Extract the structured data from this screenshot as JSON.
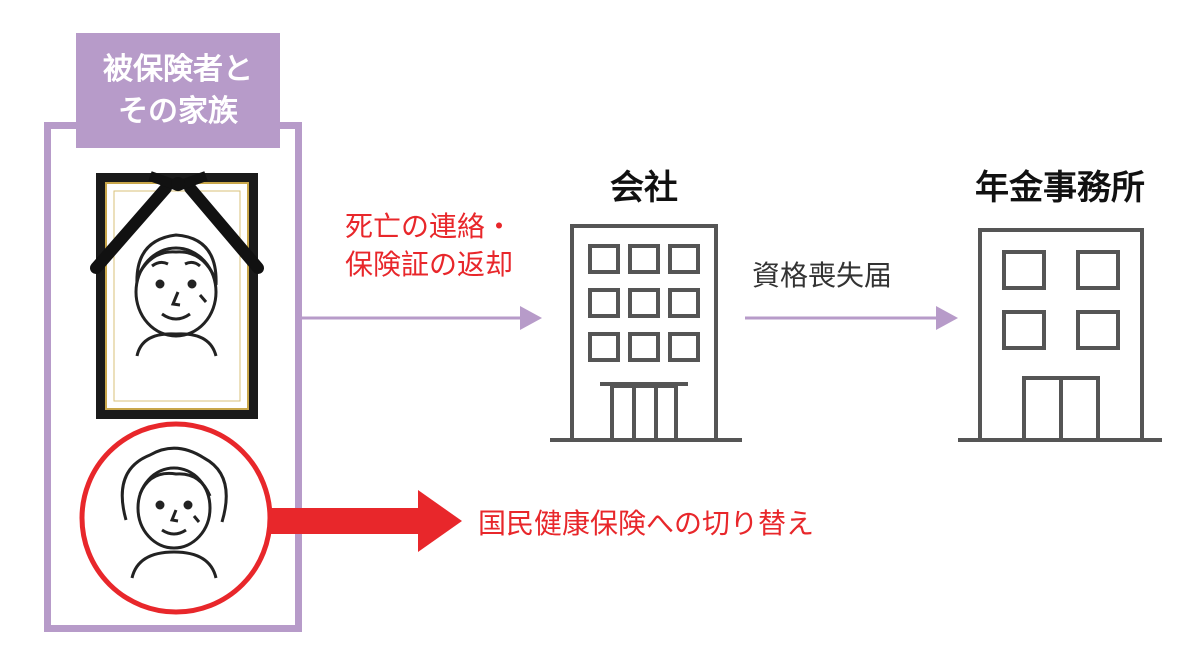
{
  "family": {
    "line1": "被保険者と",
    "line2": "その家族"
  },
  "company": {
    "title": "会社"
  },
  "pension_office": {
    "title": "年金事務所"
  },
  "flows": {
    "to_company_line1": "死亡の連絡・",
    "to_company_line2": "保険証の返却",
    "to_office": "資格喪失届",
    "health_insurance_switch": "国民健康保険への切り替え"
  },
  "colors": {
    "frame_purple": "#b79bc9",
    "arrow_purple": "#b79bc9",
    "accent_red": "#e8272b",
    "building_gray": "#555555"
  },
  "icons": [
    "memorial-portrait-icon",
    "deceased-man-icon",
    "surviving-wife-icon",
    "company-building-icon",
    "pension-office-building-icon"
  ]
}
